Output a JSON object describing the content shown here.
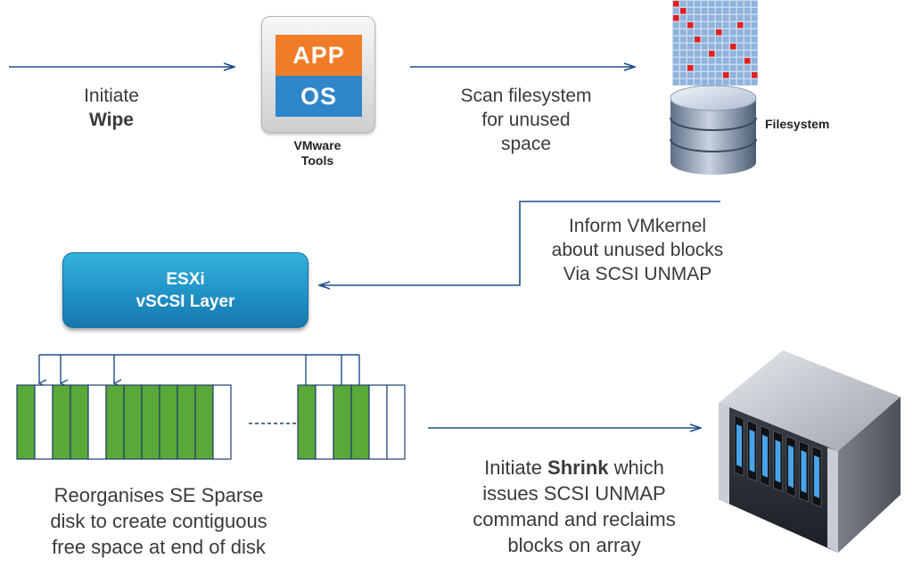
{
  "labels": {
    "initiate_wipe_line1": "Initiate",
    "initiate_wipe_line2": "Wipe",
    "app_icon_app": "APP",
    "app_icon_os": "OS",
    "vmware_tools_line1": "VMware",
    "vmware_tools_line2": "Tools",
    "scan_line1": "Scan filesystem",
    "scan_line2": "for unused",
    "scan_line3": "space",
    "filesystem": "Filesystem",
    "inform_line1": "Inform VMkernel",
    "inform_line2": "about unused blocks",
    "inform_line3": "Via SCSI UNMAP",
    "esxi_line1": "ESXi",
    "esxi_line2": "vSCSI Layer",
    "reorg_line1": "Reorganises SE Sparse",
    "reorg_line2": "disk to create contiguous",
    "reorg_line3": "free space at end of disk",
    "shrink_line1_pre": "Initiate ",
    "shrink_line1_bold": "Shrink",
    "shrink_line1_post": " which",
    "shrink_line2": "issues SCSI UNMAP",
    "shrink_line3": "command and reclaims",
    "shrink_line4": "blocks on array"
  },
  "colors": {
    "arrow": "#1f4e8c",
    "block_green": "#5aa838",
    "block_white": "#ffffff",
    "block_border": "#1f3f6e",
    "app_orange": "#f07c27",
    "os_blue": "#2f86c9",
    "esxi_blue": "#1f8fc4",
    "grid_blue": "#8fb3dc",
    "grid_red": "#e02020"
  },
  "disk_blocks": {
    "group_left": [
      "green",
      "white",
      "green",
      "green",
      "white",
      "green",
      "green",
      "green",
      "green",
      "green",
      "green",
      "white"
    ],
    "group_right": [
      "green",
      "white",
      "green",
      "green",
      "white",
      "white"
    ]
  }
}
